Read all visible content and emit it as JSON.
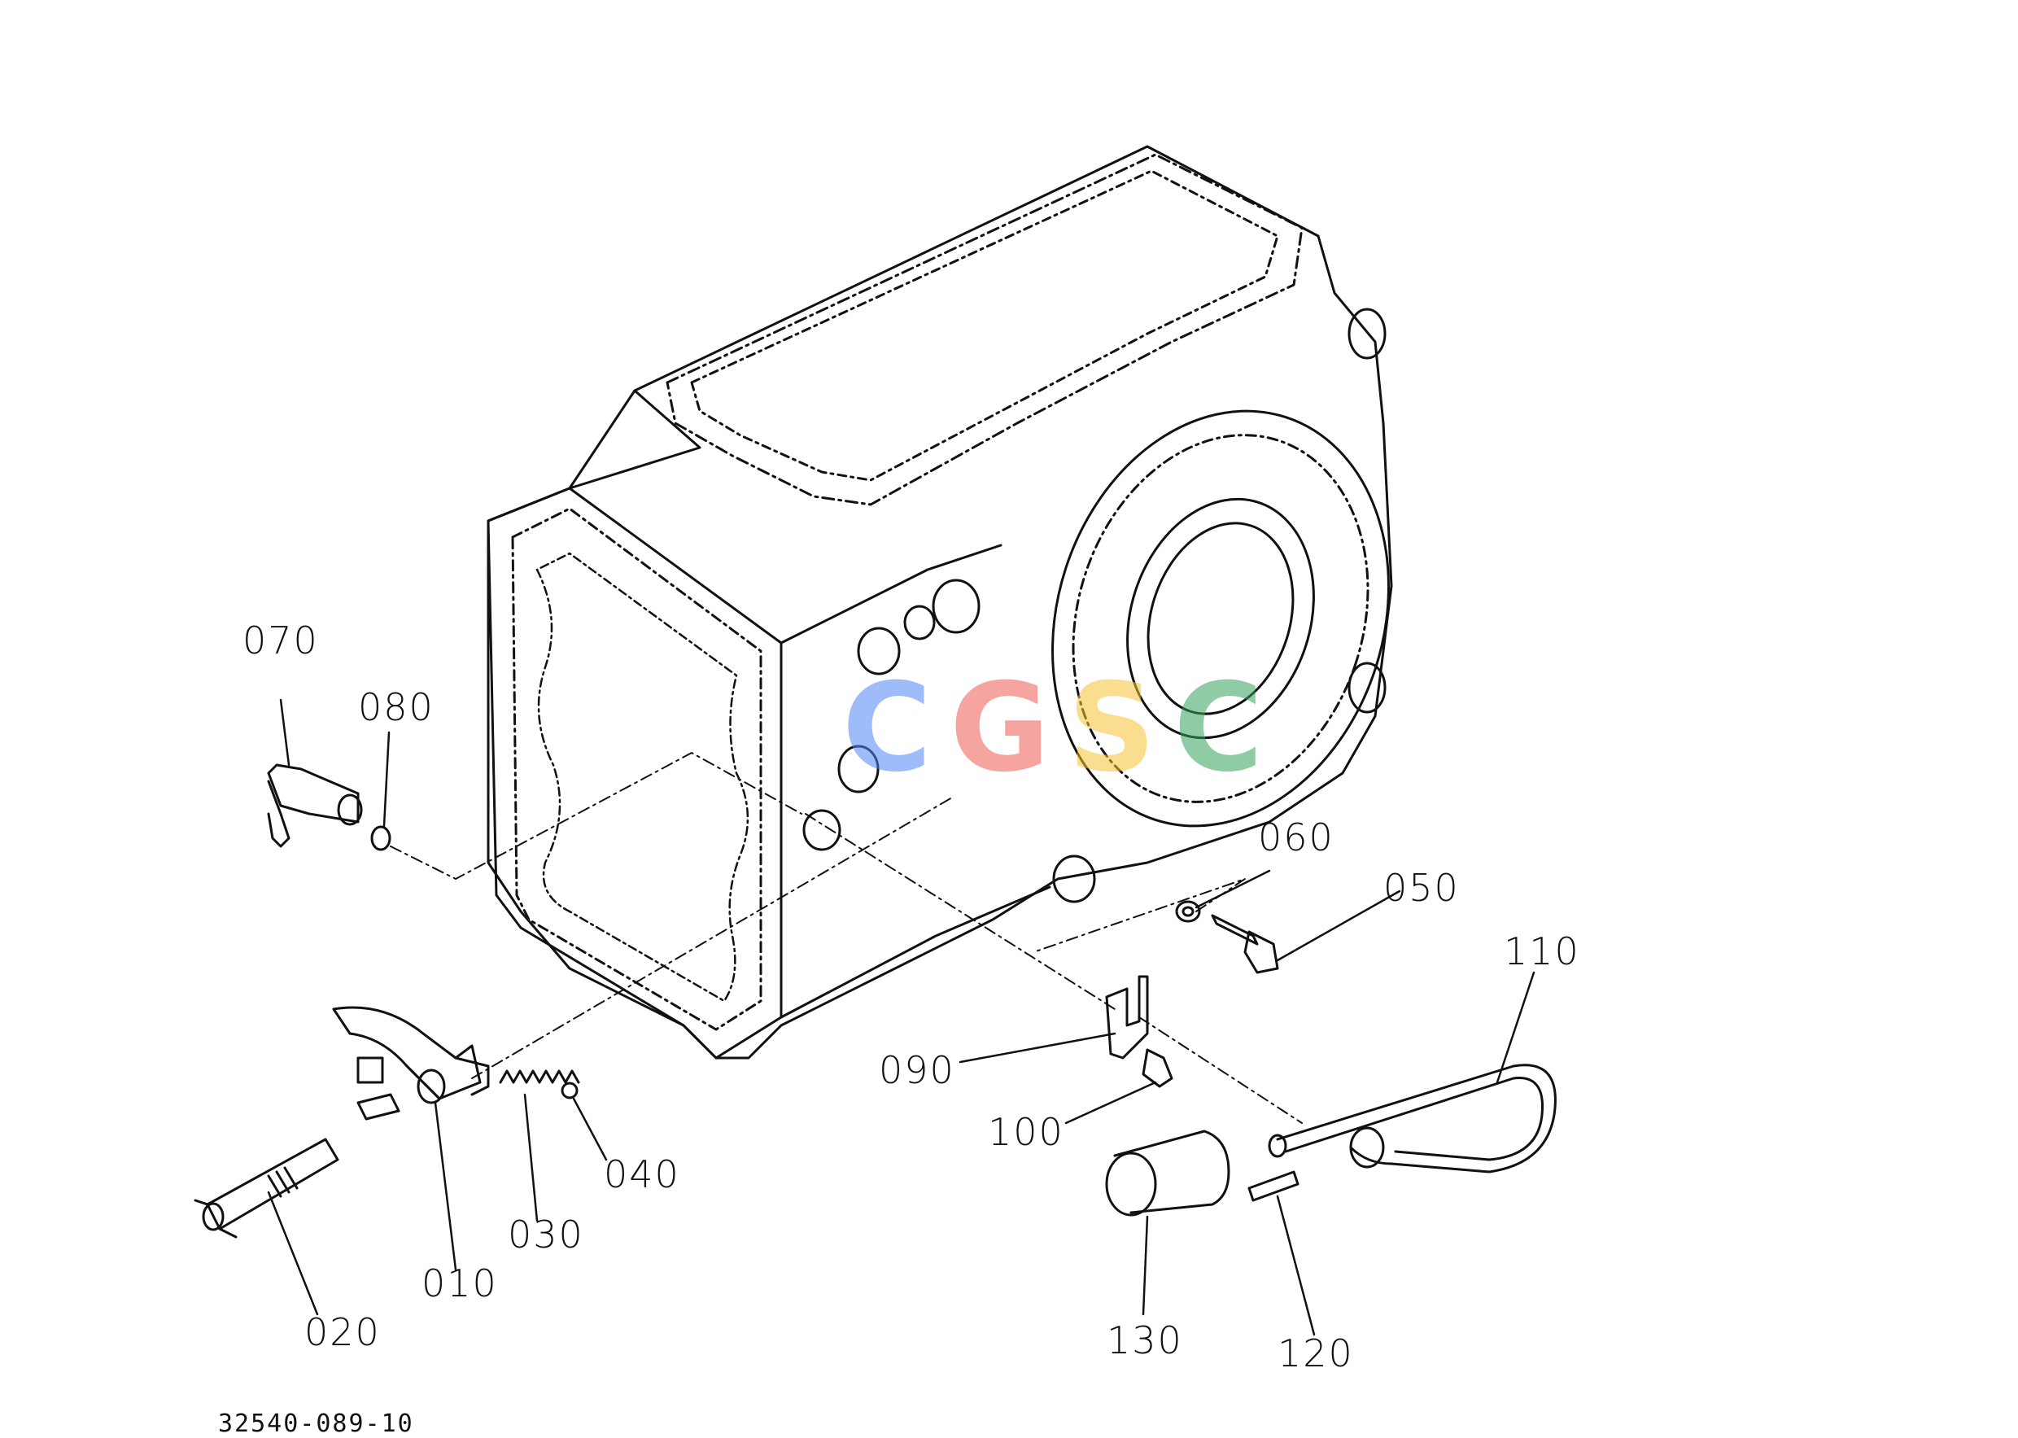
{
  "watermark": {
    "letters": [
      "C",
      "G",
      "S",
      "C"
    ],
    "colors": [
      "#4f86f7",
      "#ee5a52",
      "#f6c232",
      "#35a35c"
    ]
  },
  "callouts": {
    "c010": "010",
    "c020": "020",
    "c030": "030",
    "c040": "040",
    "c050": "050",
    "c060": "060",
    "c070": "070",
    "c080": "080",
    "c090": "090",
    "c100": "100",
    "c110": "110",
    "c120": "120",
    "c130": "130"
  },
  "drawing_number": "32540-089-10"
}
